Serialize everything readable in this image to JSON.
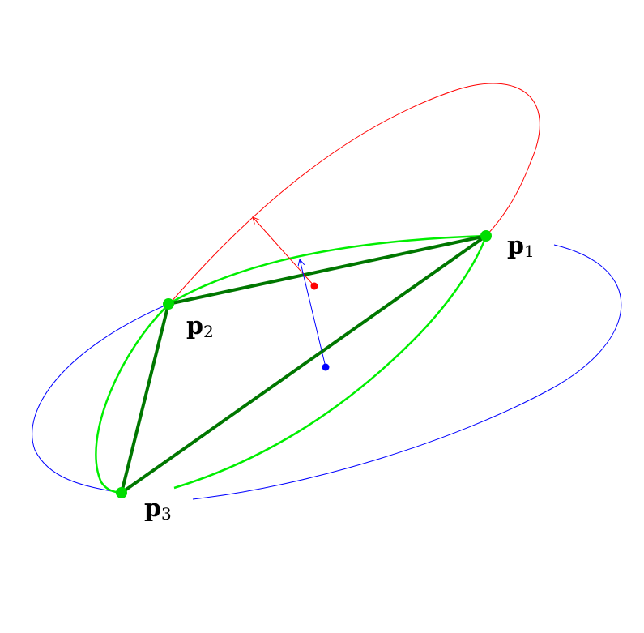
{
  "colors": {
    "red_ellipse": "#ff0000",
    "blue_ellipse": "#0000ff",
    "green_ellipse": "#00ee00",
    "triangle": "#007700",
    "vertex": "#00dd00",
    "red_center": "#ff0000",
    "blue_center": "#0000ff",
    "background": "#ffffff"
  },
  "labels": {
    "p1": {
      "main": "p",
      "sub": "1"
    },
    "p2": {
      "main": "p",
      "sub": "2"
    },
    "p3": {
      "main": "p",
      "sub": "3"
    }
  }
}
